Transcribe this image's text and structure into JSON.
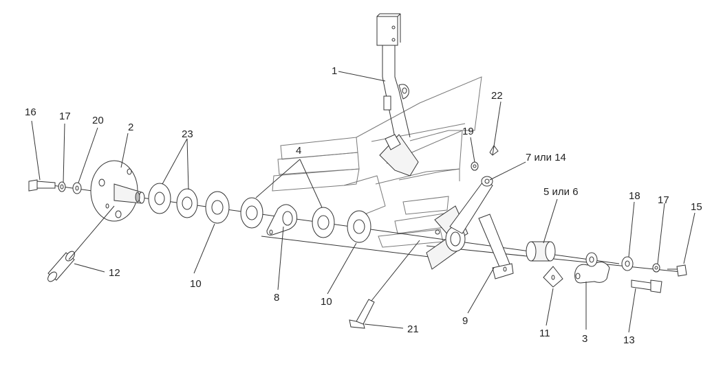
{
  "labels": {
    "l1": "1",
    "l2": "2",
    "l3": "3",
    "l4": "4",
    "l5": "5 или 6",
    "l7": "7 или 14",
    "l8": "8",
    "l9": "9",
    "l10a": "10",
    "l10b": "10",
    "l11": "11",
    "l12": "12",
    "l13": "13",
    "l15": "15",
    "l16": "16",
    "l17a": "17",
    "l17b": "17",
    "l18": "18",
    "l19": "19",
    "l20": "20",
    "l21": "21",
    "l22": "22",
    "l23": "23"
  }
}
